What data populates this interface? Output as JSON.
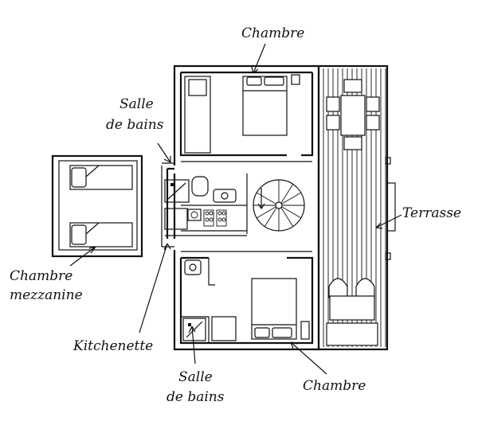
{
  "labels": {
    "chambre_top": "Chambre",
    "salle_de_bains_top_1": "Salle",
    "salle_de_bains_top_2": "de bains",
    "terrasse": "Terrasse",
    "chambre_mezzanine_1": "Chambre",
    "chambre_mezzanine_2": "mezzanine",
    "kitchenette": "Kitchenette",
    "salle_de_bains_bottom_1": "Salle",
    "salle_de_bains_bottom_2": "de bains",
    "chambre_bottom": "Chambre"
  }
}
